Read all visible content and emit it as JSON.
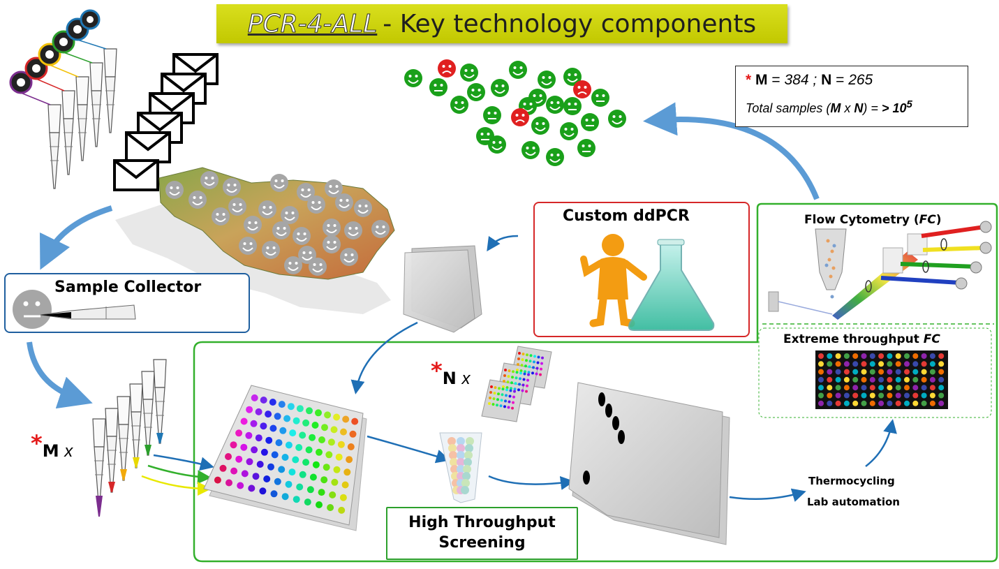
{
  "title": {
    "emphasis": "PCR-4-ALL",
    "rest": "- Key technology components"
  },
  "formula": {
    "star": "*",
    "m_label": "M",
    "eq1": "=",
    "m_value": "384",
    "sep": ";",
    "n_label": "N",
    "eq2": "=",
    "n_value": "265",
    "total_prefix": "Total samples (",
    "total_m": "M",
    "total_x": "x",
    "total_n": "N",
    "total_suffix": ") =",
    "total_value": "> 10",
    "total_exp": "5"
  },
  "labels": {
    "sample_collector": "Sample Collector",
    "custom_ddpcr": "Custom ddPCR",
    "flow_cytometry": "Flow Cytometry (",
    "flow_fc": "FC",
    "flow_close": ")",
    "extreme_throughput": "Extreme throughput",
    "extreme_fc": "FC",
    "hts_line1": "High Throughput",
    "hts_line2": "Screening",
    "thermocycling": "Thermocycling",
    "lab_automation": "Lab automation",
    "m_star": "*",
    "m_letter": "M",
    "m_x": "x",
    "n_star": "*",
    "n_letter": "N",
    "n_x": "x"
  },
  "colors": {
    "banner": "#cfd40f",
    "arrow_blue": "#5b9bd5",
    "arrow_dark_blue": "#1f6fb5",
    "hts_border": "#2ca02c",
    "ddpcr_border": "#d62728",
    "collector_border": "#1f5f9f",
    "happy_green": "#1aa01a",
    "sick_red": "#e02020",
    "grey_face": "#a6a6a6"
  }
}
